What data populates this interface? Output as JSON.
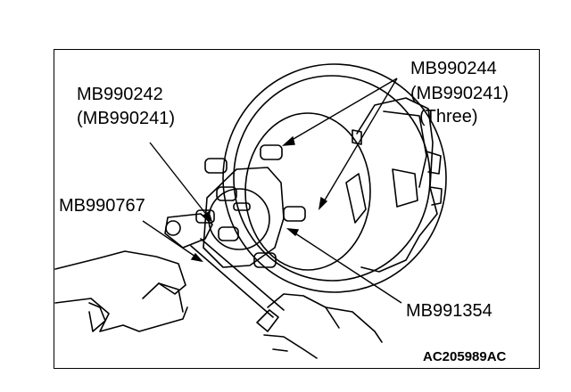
{
  "labels": {
    "mb990244": "MB990244",
    "mb990241_three": "(MB990241)",
    "three": "(Three)",
    "mb990242": "MB990242",
    "mb990241": "(MB990241)",
    "mb990767": "MB990767",
    "mb991354": "MB991354"
  },
  "figure_code": "AC205989AC"
}
